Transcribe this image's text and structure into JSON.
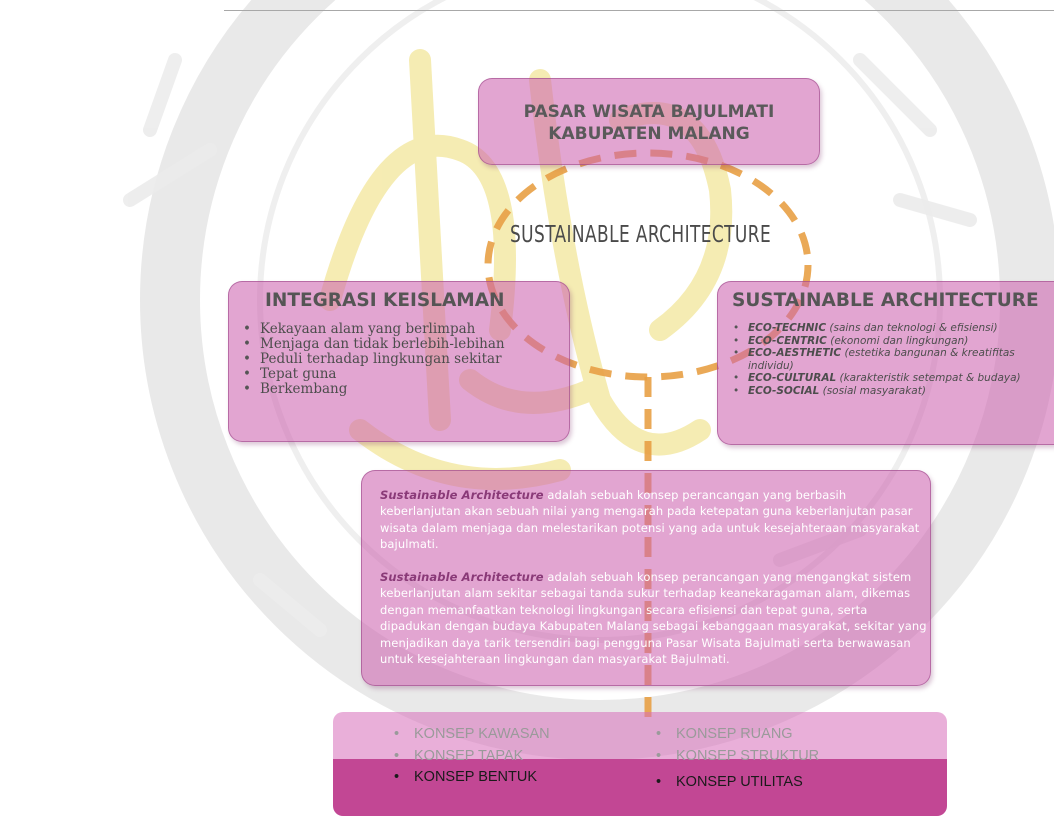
{
  "title": {
    "line1": "PASAR WISATA BAJULMATI",
    "line2": "KABUPATEN MALANG"
  },
  "center_label": "SUSTAINABLE ARCHITECTURE",
  "islam": {
    "heading": "INTEGRASI KEISLAMAN",
    "items": [
      "Kekayaan alam yang berlimpah",
      "Menjaga dan tidak berlebih-lebihan",
      "Peduli terhadap lingkungan sekitar",
      "Tepat guna",
      "Berkembang"
    ]
  },
  "sustainable": {
    "heading": "SUSTAINABLE ARCHITECTURE",
    "items": [
      {
        "term": "ECO-TECHNIC",
        "desc": " (sains dan teknologi & efisiensi)"
      },
      {
        "term": "ECO-CENTRIC",
        "desc": " (ekonomi dan lingkungan)"
      },
      {
        "term": "ECO-AESTHETIC",
        "desc": " (estetika bangunan & kreatifitas individu)"
      },
      {
        "term": "ECO-CULTURAL",
        "desc": " (karakteristik setempat & budaya)"
      },
      {
        "term": "ECO-SOCIAL",
        "desc": " (sosial masyarakat)"
      }
    ]
  },
  "description": {
    "p1_highlight": "Sustainable Architecture",
    "p1_text": " adalah sebuah konsep perancangan yang berbasih keberlanjutan akan sebuah nilai yang mengarah pada ketepatan guna keberlanjutan pasar wisata dalam menjaga dan melestarikan potensi yang ada untuk kesejahteraan masyarakat bajulmati.",
    "p2_highlight": "Sustainable Architecture",
    "p2_text": " adalah sebuah konsep perancangan yang mengangkat sistem keberlanjutan alam sekitar sebagai tanda sukur terhadap keanekaragaman alam, dikemas dengan memanfaatkan teknologi lingkungan secara efisiensi dan tepat guna, serta dipadukan dengan budaya Kabupaten Malang sebagai kebanggaan masyarakat, sekitar yang menjadikan daya tarik tersendiri bagi pengguna Pasar Wisata Bajulmati serta berwawasan untuk kesejahteraan lingkungan dan masyarakat Bajulmati."
  },
  "konsep": {
    "left": [
      "KONSEP KAWASAN",
      "KONSEP TAPAK",
      "KONSEP BENTUK"
    ],
    "right": [
      "KONSEP RUANG",
      "KONSEP STRUKTUR",
      "KONSEP UTILITAS"
    ]
  },
  "colors": {
    "box_fill": "#cd64af",
    "dash_orange": "#e8a045",
    "konsep_band": "#c24794",
    "watermark_yellow": "#f2e48a",
    "watermark_gray": "#e4e4e4"
  }
}
